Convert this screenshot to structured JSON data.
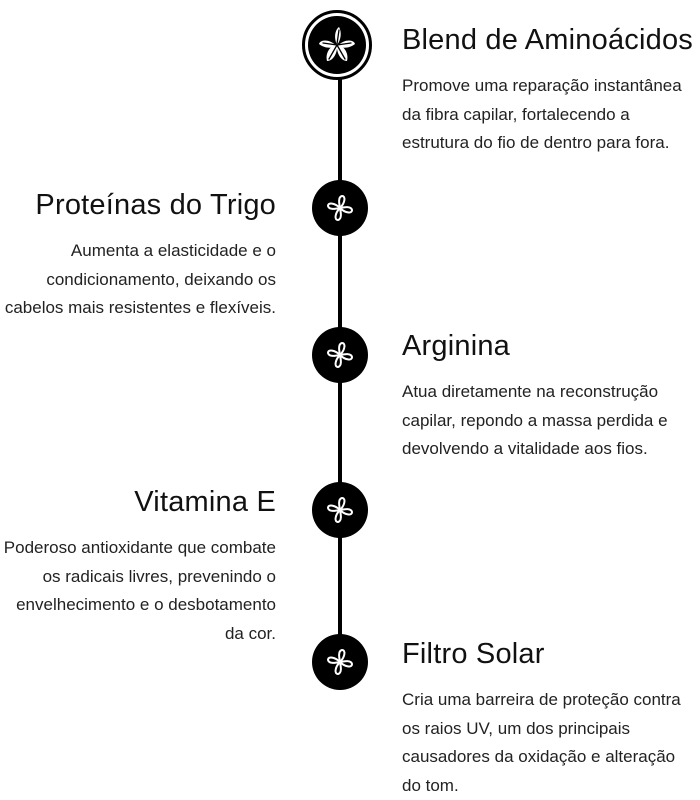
{
  "timeline": {
    "items": [
      {
        "title": "Blend de Aminoácidos",
        "description": "Promove uma reparação instantânea da fibra capilar, fortalecendo a estrutura do fio de dentro para fora.",
        "icon": "plant-leaves-icon"
      },
      {
        "title": "Proteínas do Trigo",
        "description": "Aumenta a elasticidade e o condicionamento, deixando os cabelos mais resistentes e flexíveis.",
        "icon": "pinwheel-icon"
      },
      {
        "title": "Arginina",
        "description": "Atua diretamente na reconstrução capilar, repondo a massa perdida e devolvendo a vitalidade aos fios.",
        "icon": "pinwheel-icon"
      },
      {
        "title": "Vitamina E",
        "description": "Poderoso antioxidante que combate os radicais livres, prevenindo o envelhecimento e o desbotamento da cor.",
        "icon": "pinwheel-icon"
      },
      {
        "title": "Filtro Solar",
        "description": "Cria uma barreira de proteção contra os raios UV, um dos principais causadores da oxidação e alteração do tom.",
        "icon": "pinwheel-icon"
      }
    ]
  },
  "colors": {
    "line": "#000000",
    "node": "#000000",
    "text": "#1a1a1a"
  }
}
